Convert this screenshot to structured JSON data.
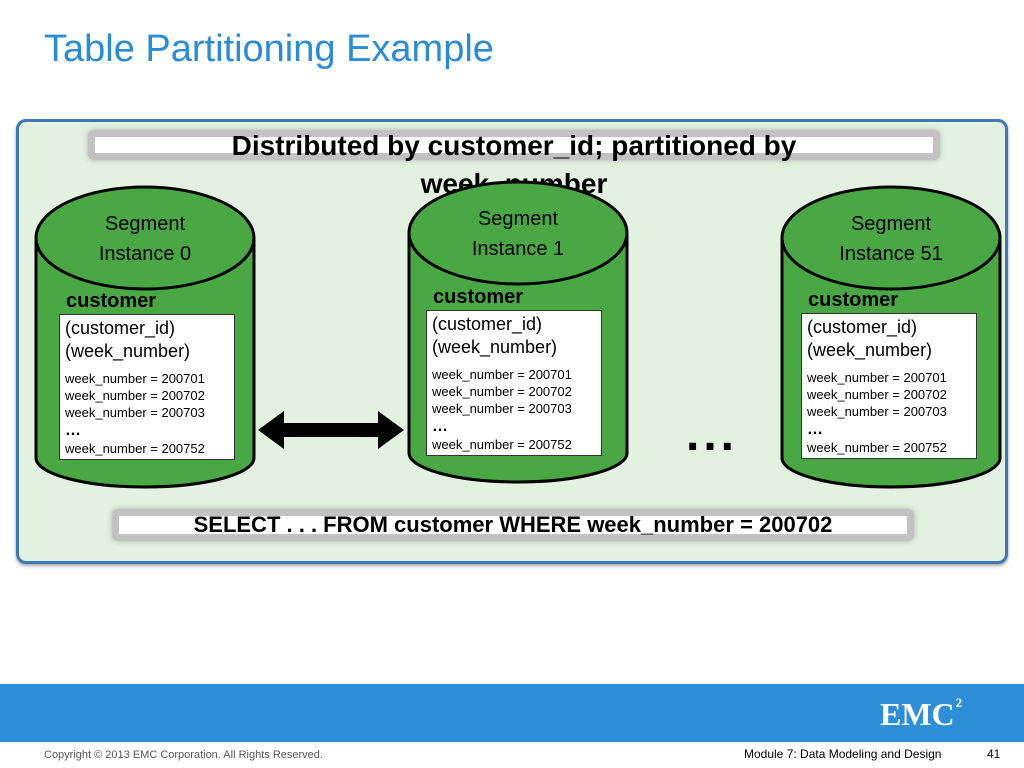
{
  "slide": {
    "title": "Table Partitioning Example"
  },
  "diagram": {
    "heading": "Distributed by customer_id; partitioned by week_number",
    "query": "SELECT . . . FROM customer WHERE week_number = 200702",
    "ellipsis": "...",
    "segments": [
      {
        "label_line1": "Segment",
        "label_line2": "Instance 0",
        "table": "customer",
        "key1": "(customer_id)",
        "key2": "(week_number)",
        "part1": "week_number = 200701",
        "part2": "week_number = 200702",
        "part3": "week_number = 200703",
        "gap": "…",
        "part_last": "week_number = 200752"
      },
      {
        "label_line1": "Segment",
        "label_line2": "Instance 1",
        "table": "customer",
        "key1": "(customer_id)",
        "key2": "(week_number)",
        "part1": "week_number = 200701",
        "part2": "week_number = 200702",
        "part3": "week_number = 200703",
        "gap": "…",
        "part_last": "week_number = 200752"
      },
      {
        "label_line1": "Segment",
        "label_line2": "Instance 51",
        "table": "customer",
        "key1": "(customer_id)",
        "key2": "(week_number)",
        "part1": "week_number = 200701",
        "part2": "week_number = 200702",
        "part3": "week_number = 200703",
        "gap": "…",
        "part_last": "week_number = 200752"
      }
    ]
  },
  "footer": {
    "logo": "EMC",
    "logo_sup": "2",
    "copyright": "Copyright © 2013 EMC Corporation. All Rights Reserved.",
    "module": "Module 7: Data Modeling and Design",
    "page": "41"
  },
  "colors": {
    "title": "#2a8bd6",
    "panel_fill": "#e3f1e0",
    "panel_border": "#3f78b6",
    "cylinder_green": "#4aa844",
    "footer_bar": "#2d8fd8"
  }
}
